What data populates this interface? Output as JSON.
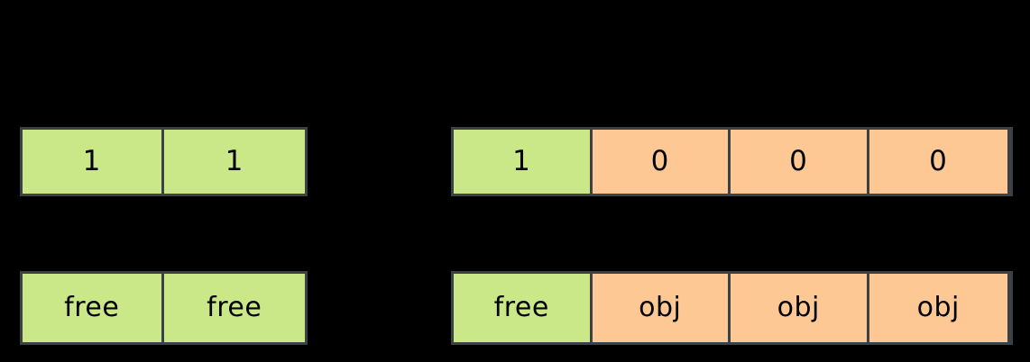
{
  "diagram": {
    "background_color": "#000000",
    "border_color": "#3b4145",
    "colors": {
      "free_fill": "#cbe889",
      "object_fill": "#fdc894",
      "text": "#000000"
    },
    "groups": [
      {
        "id": "left",
        "bitmap_row": {
          "name": "bitmap-left",
          "cells": [
            {
              "text": "1",
              "state": "free"
            },
            {
              "text": "1",
              "state": "free"
            }
          ]
        },
        "label_row": {
          "name": "labels-left",
          "cells": [
            {
              "text": "free",
              "state": "free"
            },
            {
              "text": "free",
              "state": "free"
            }
          ]
        }
      },
      {
        "id": "right",
        "bitmap_row": {
          "name": "bitmap-right",
          "cells": [
            {
              "text": "1",
              "state": "free"
            },
            {
              "text": "0",
              "state": "obj"
            },
            {
              "text": "0",
              "state": "obj"
            },
            {
              "text": "0",
              "state": "obj"
            }
          ]
        },
        "label_row": {
          "name": "labels-right",
          "cells": [
            {
              "text": "free",
              "state": "free"
            },
            {
              "text": "obj",
              "state": "obj"
            },
            {
              "text": "obj",
              "state": "obj"
            },
            {
              "text": "obj",
              "state": "obj"
            }
          ]
        }
      }
    ]
  }
}
